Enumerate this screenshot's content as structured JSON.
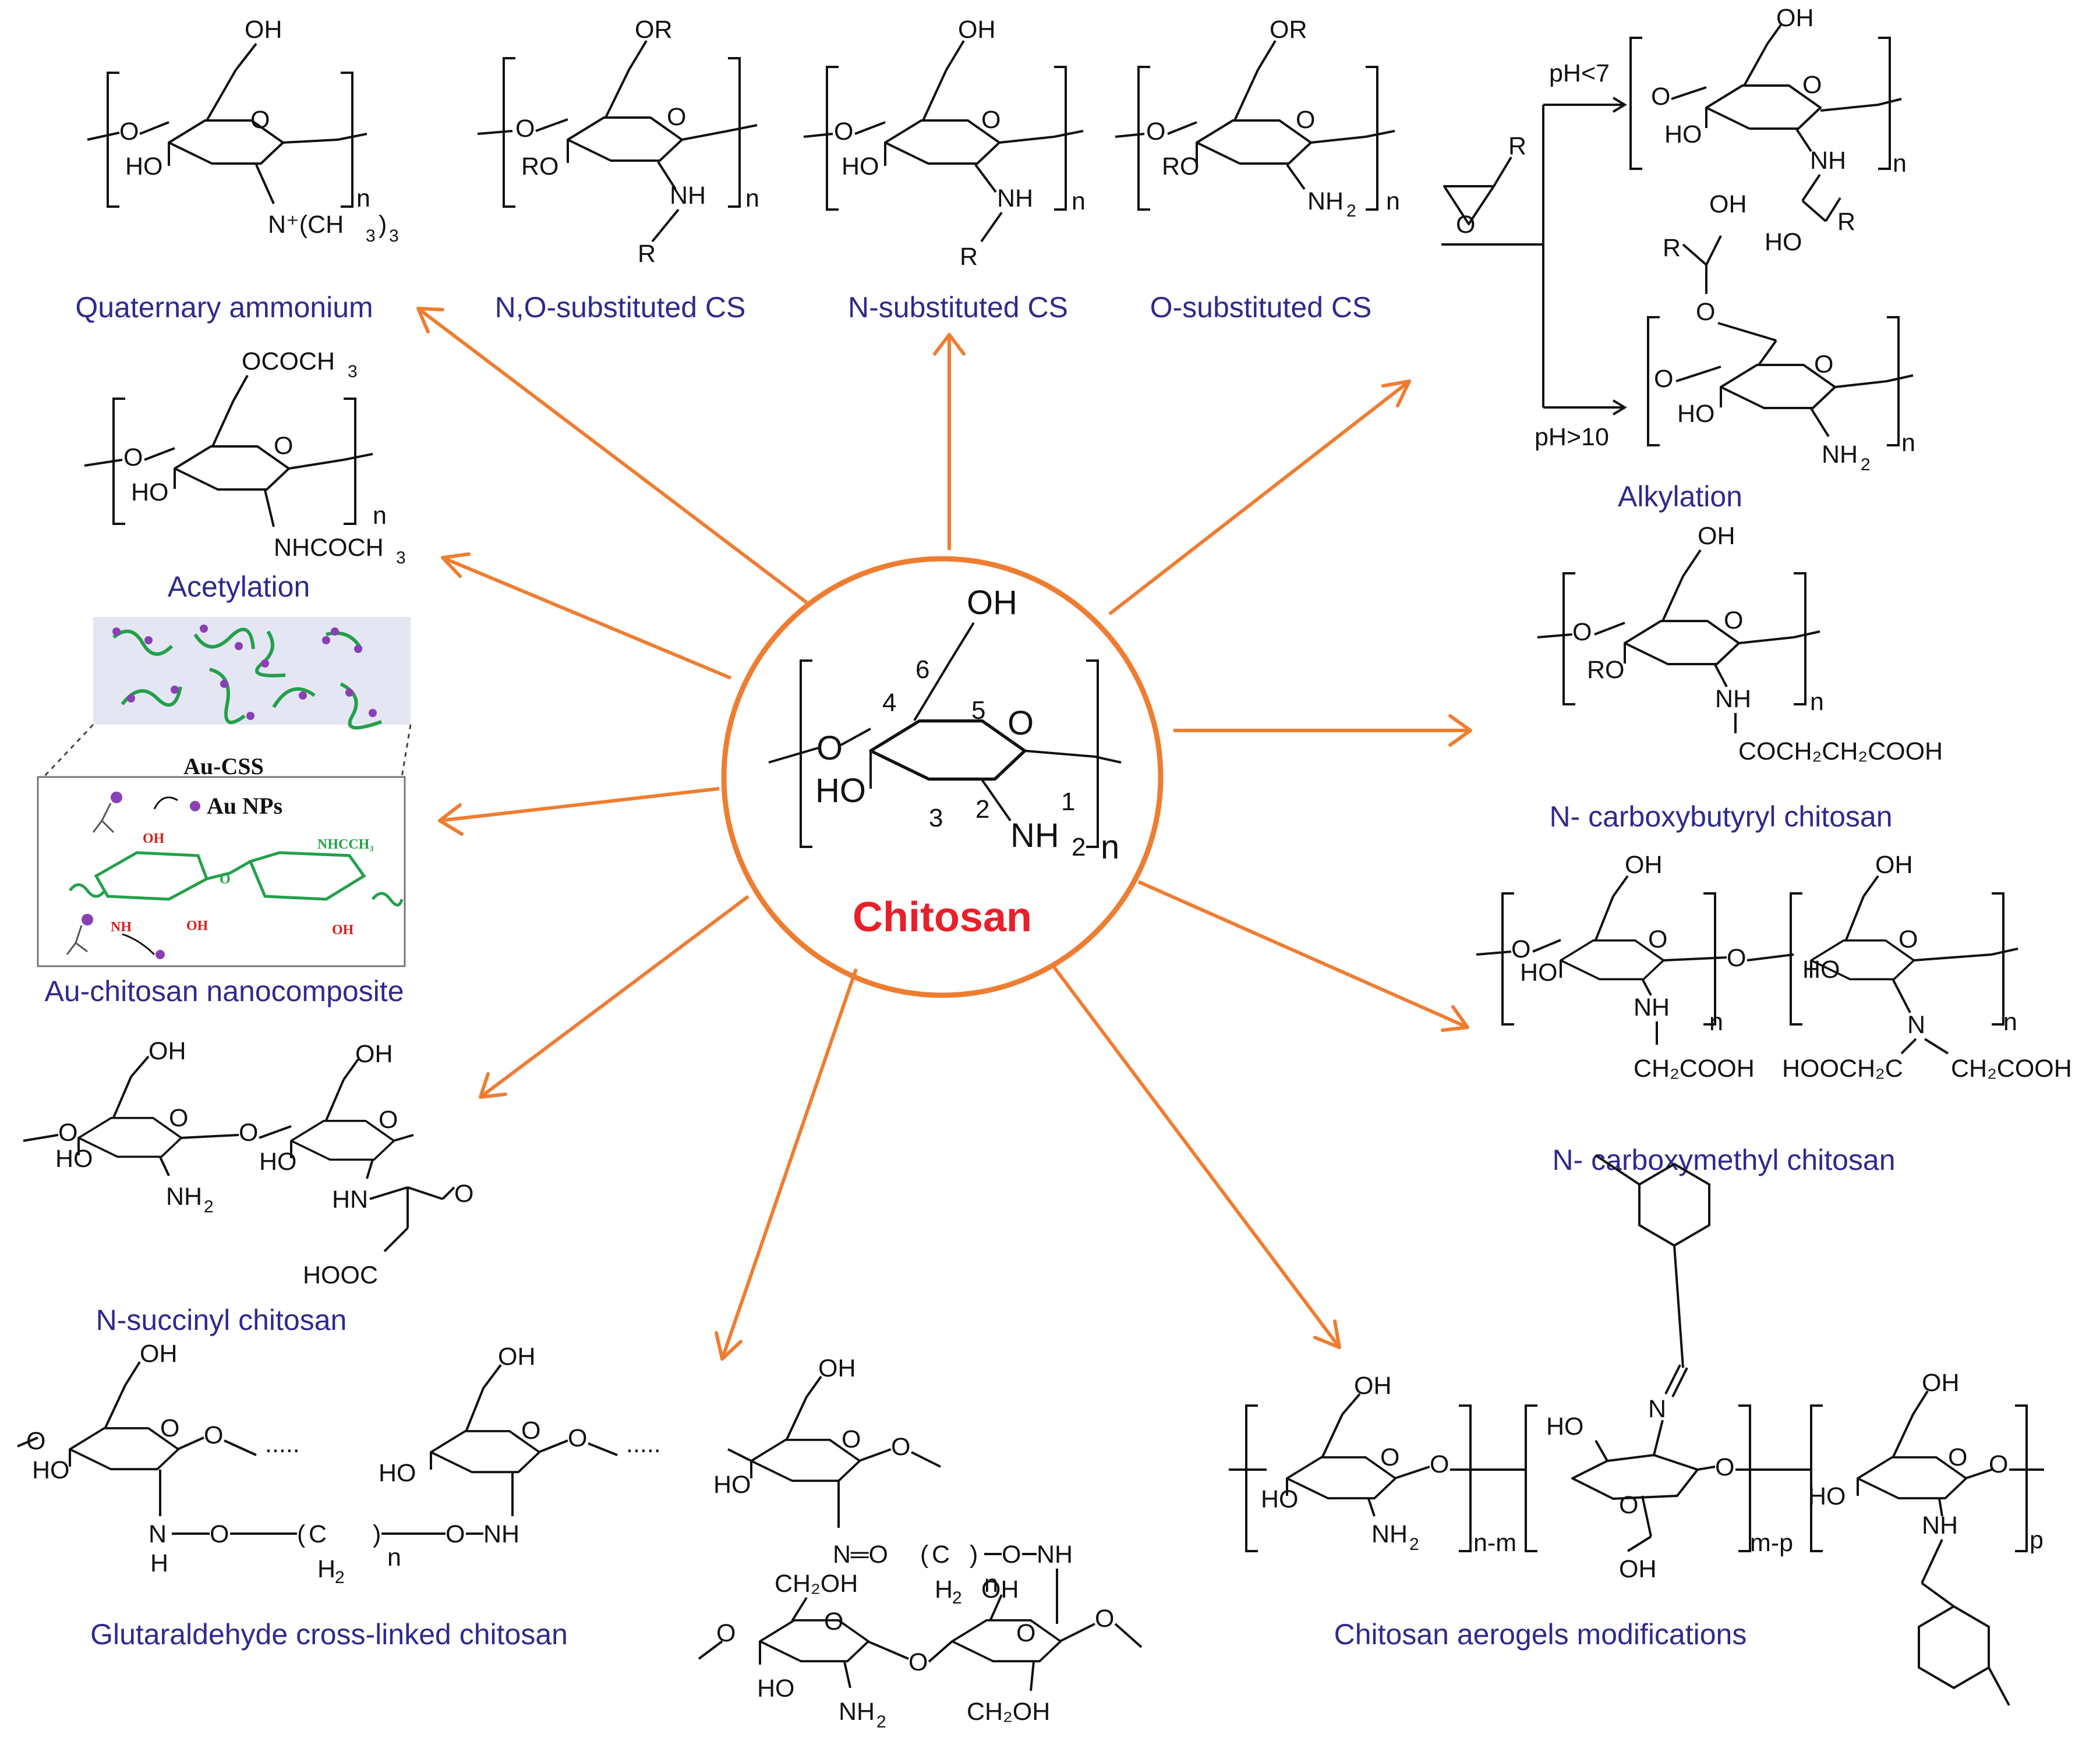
{
  "center": {
    "title": "Chitosan",
    "subscript_n": "n",
    "oh": "OH",
    "ho": "HO",
    "nh2": "NH",
    "sub2": "2",
    "positions": [
      "1",
      "2",
      "3",
      "4",
      "5",
      "6"
    ],
    "color": "#e8202a",
    "ring_color": "#ee7d31"
  },
  "captions": {
    "quaternary": "Quaternary ammonium",
    "no_sub": "N,O-substituted CS",
    "n_sub": "N-substituted CS",
    "o_sub": "O-substituted CS",
    "alkylation": "Alkylation",
    "acetylation": "Acetylation",
    "au_nano": "Au-chitosan nanocomposite",
    "carboxybutyryl": "N- carboxybutyryl chitosan",
    "carboxymethyl": "N- carboxymethyl chitosan",
    "succinyl": "N-succinyl chitosan",
    "glutaraldehyde": "Glutaraldehyde cross-linked chitosan",
    "aerogels": "Chitosan aerogels modifications"
  },
  "labels": {
    "OH": "OH",
    "HO": "HO",
    "OR": "OR",
    "RO": "RO",
    "R": "R",
    "NH": "NH",
    "NH2": "NH",
    "sub2": "2",
    "n": "n",
    "O": "O",
    "quat": "N⁺(CH",
    "quat_tail": ")",
    "sub3": "3",
    "ococh3": "OCOCH",
    "nhcoch3": "NHCOCH",
    "ph_low": "pH<7",
    "ph_high": "pH>10",
    "cooh_butyryl": "COCH₂CH₂COOH",
    "ch2cooh": "CH₂COOH",
    "hooch2c": "HOOCH₂C",
    "N": "N",
    "hn": "HN",
    "hooc": "HOOC",
    "h": "H",
    "h2": "H",
    "c": "C",
    "dots": ".....",
    "n_eq_o": "N═O",
    "ch2oh": "CH₂OH",
    "n_m": "n-m",
    "m_p": "m-p",
    "p": "p",
    "au_css": "Au-CSS",
    "au_nps": "Au NPs",
    "nhcch3": "NHCCH₃"
  },
  "colors": {
    "caption": "#2e2a8c",
    "arrow": "#ee7d31",
    "green": "#22a04a",
    "red": "#d81e1e",
    "purple": "#8a3fb5"
  }
}
